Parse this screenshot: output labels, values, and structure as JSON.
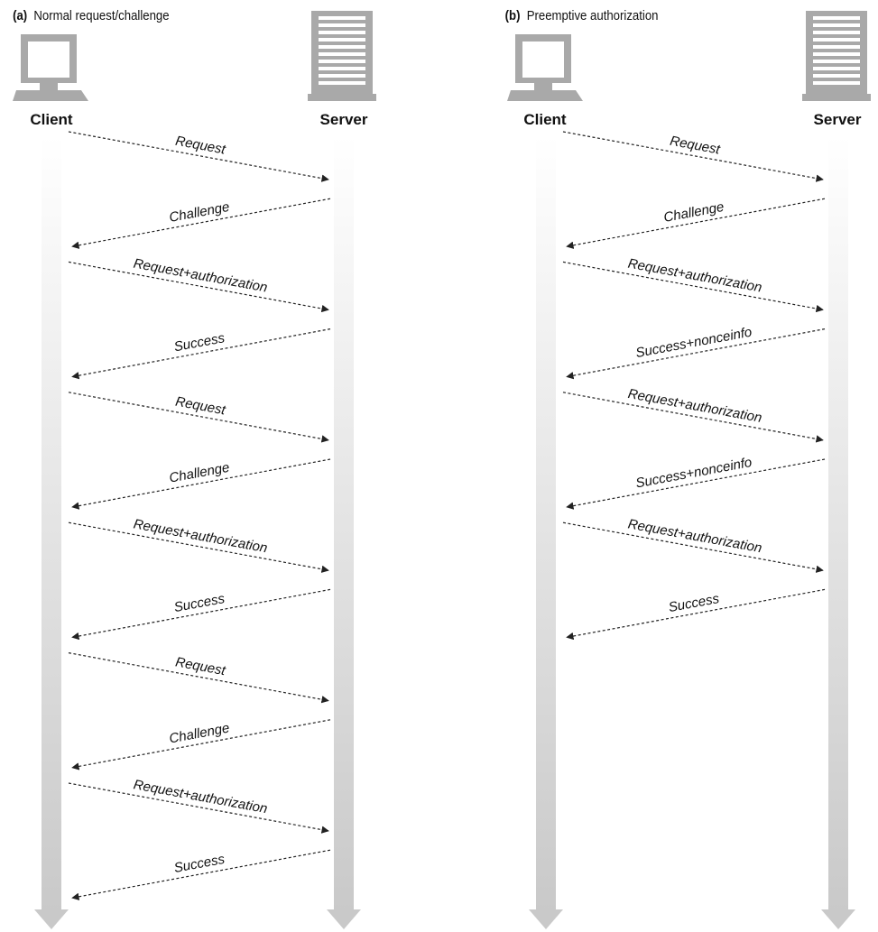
{
  "colors": {
    "lifeline_top": "#ffffff",
    "lifeline_bottom": "#c9c9c9",
    "device": "#a9a9a9",
    "arrow": "#222222"
  },
  "panels": [
    {
      "tag": "(a)",
      "title": "Normal request/challenge",
      "client_label": "Client",
      "server_label": "Server",
      "client_icon": "computer-monitor-icon",
      "server_icon": "server-tower-icon",
      "messages": [
        {
          "label": "Request",
          "direction": "to-server"
        },
        {
          "label": "Challenge",
          "direction": "to-client"
        },
        {
          "label": "Request+authorization",
          "direction": "to-server"
        },
        {
          "label": "Success",
          "direction": "to-client"
        },
        {
          "label": "Request",
          "direction": "to-server"
        },
        {
          "label": "Challenge",
          "direction": "to-client"
        },
        {
          "label": "Request+authorization",
          "direction": "to-server"
        },
        {
          "label": "Success",
          "direction": "to-client"
        },
        {
          "label": "Request",
          "direction": "to-server"
        },
        {
          "label": "Challenge",
          "direction": "to-client"
        },
        {
          "label": "Request+authorization",
          "direction": "to-server"
        },
        {
          "label": "Success",
          "direction": "to-client"
        }
      ]
    },
    {
      "tag": "(b)",
      "title": "Preemptive authorization",
      "client_label": "Client",
      "server_label": "Server",
      "client_icon": "computer-monitor-icon",
      "server_icon": "server-tower-icon",
      "messages": [
        {
          "label": "Request",
          "direction": "to-server"
        },
        {
          "label": "Challenge",
          "direction": "to-client"
        },
        {
          "label": "Request+authorization",
          "direction": "to-server"
        },
        {
          "label": "Success+nonceinfo",
          "direction": "to-client"
        },
        {
          "label": "Request+authorization",
          "direction": "to-server"
        },
        {
          "label": "Success+nonceinfo",
          "direction": "to-client"
        },
        {
          "label": "Request+authorization",
          "direction": "to-server"
        },
        {
          "label": "Success",
          "direction": "to-client"
        }
      ]
    }
  ]
}
